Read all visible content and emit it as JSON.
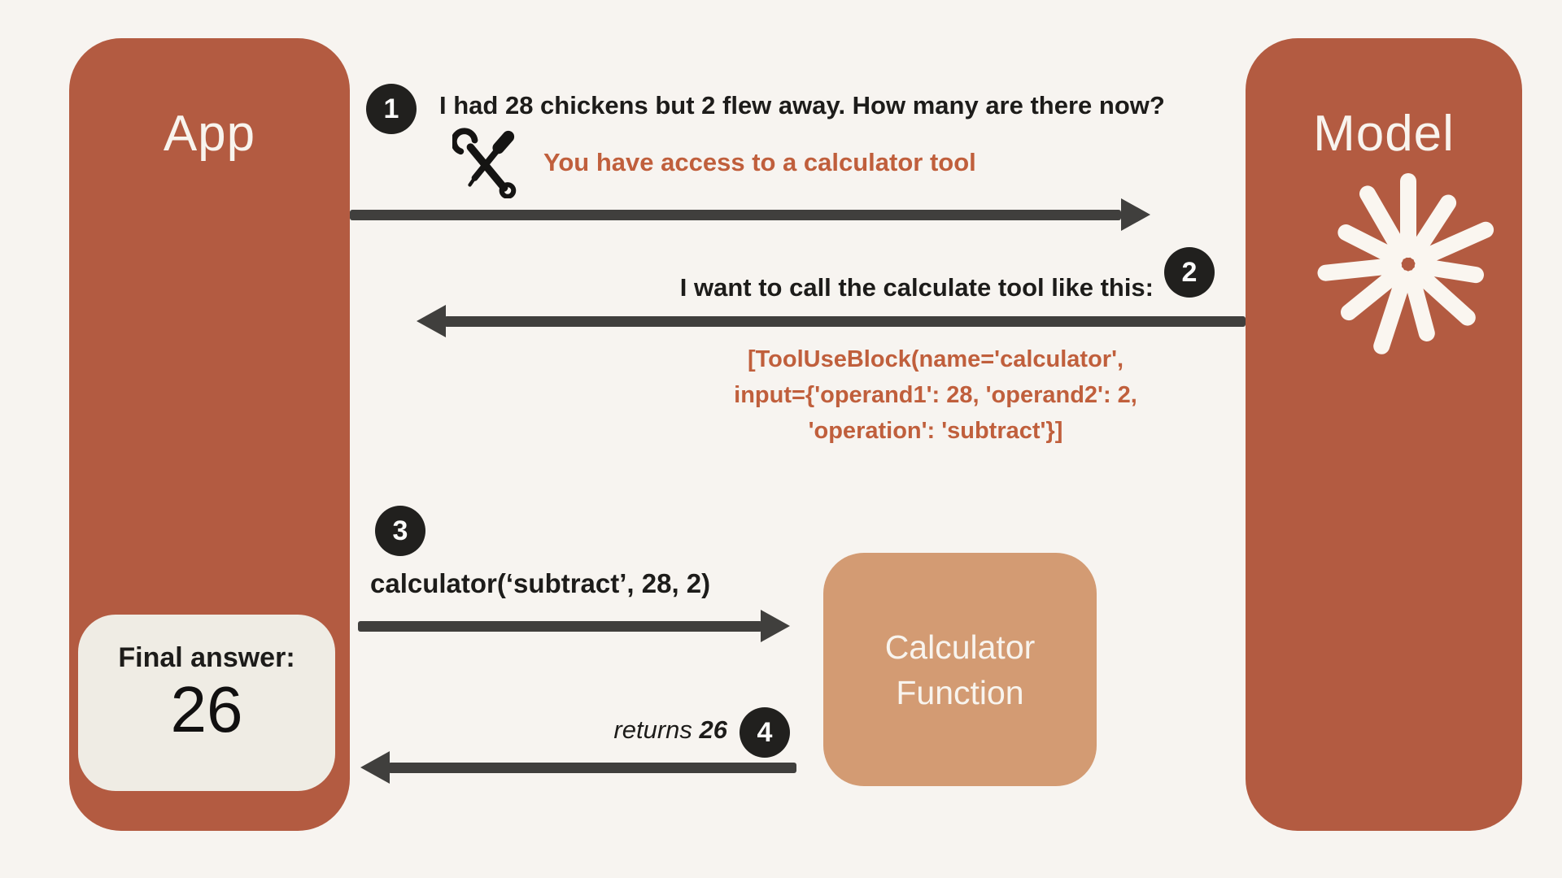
{
  "palette": {
    "background": "#f7f4f0",
    "box_rust": "#b35b41",
    "box_tan": "#d39b73",
    "panel_cream": "#efece4",
    "box_text": "#f8f4ee",
    "text_dark": "#1d1c1a",
    "text_rust": "#c05f3c",
    "arrow": "#403f3d",
    "badge_bg": "#21201e",
    "badge_text": "#fdfdfc"
  },
  "app_box": {
    "title": "App"
  },
  "model_box": {
    "title": "Model"
  },
  "calculator_box": {
    "line1": "Calculator",
    "line2": "Function"
  },
  "final_answer": {
    "label": "Final answer:",
    "value": "26"
  },
  "steps": [
    {
      "number": "1",
      "user_message": "I had 28 chickens but 2 flew away. How many are there now?",
      "system_note": "You have access to a calculator tool"
    },
    {
      "number": "2",
      "model_message": "I want to call the calculate tool like this:",
      "code_lines": [
        "[ToolUseBlock(name='calculator',",
        "input={'operand1': 28, 'operand2': 2,",
        "'operation': 'subtract'}]"
      ]
    },
    {
      "number": "3",
      "call_message": "calculator(‘subtract’, 28, 2)"
    },
    {
      "number": "4",
      "return_prefix": "returns",
      "return_value": "26"
    }
  ],
  "icons": {
    "tools": "crossed-wrench-and-screwdriver",
    "starburst": "model-starburst"
  }
}
